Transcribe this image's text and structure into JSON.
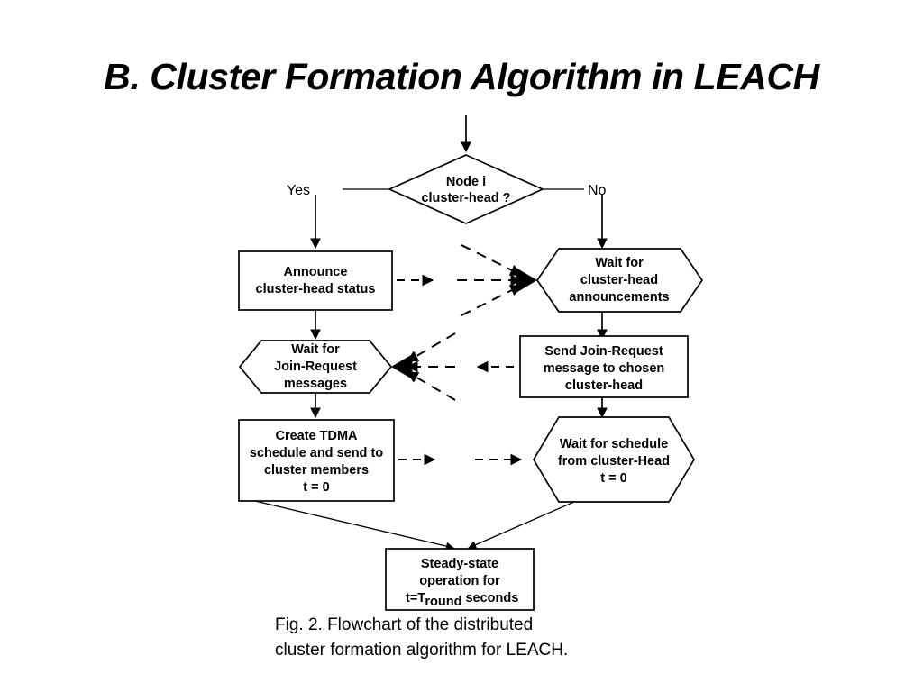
{
  "slide": {
    "title": "B. Cluster Formation Algorithm in LEACH",
    "background_color": "#ffffff",
    "ink_color": "#000000"
  },
  "figure": {
    "caption_line1": "Fig. 2. Flowchart of the distributed",
    "caption_line2": "cluster formation algorithm for LEACH."
  },
  "chart_data": {
    "type": "diagram",
    "diagram_kind": "flowchart",
    "title": "Flowchart of the distributed cluster formation algorithm for LEACH",
    "nodes": [
      {
        "id": "decision",
        "shape": "diamond",
        "lines": [
          "Node i",
          "cluster-head ?"
        ]
      },
      {
        "id": "announce",
        "shape": "rectangle",
        "column": "left",
        "lines": [
          "Announce",
          "cluster-head status"
        ]
      },
      {
        "id": "wait-join",
        "shape": "hexagon",
        "column": "left",
        "lines": [
          "Wait for",
          "Join-Request",
          "messages"
        ]
      },
      {
        "id": "create-tdma",
        "shape": "rectangle",
        "column": "left",
        "lines": [
          "Create TDMA",
          "schedule and send to",
          "cluster members",
          "t = 0"
        ]
      },
      {
        "id": "wait-announce",
        "shape": "hexagon",
        "column": "right",
        "lines": [
          "Wait for",
          "cluster-head",
          "announcements"
        ]
      },
      {
        "id": "send-join",
        "shape": "rectangle",
        "column": "right",
        "lines": [
          "Send Join-Request",
          "message to chosen",
          "cluster-head"
        ]
      },
      {
        "id": "wait-schedule",
        "shape": "hexagon",
        "column": "right",
        "lines": [
          "Wait for schedule",
          "from cluster-Head",
          "t = 0"
        ]
      },
      {
        "id": "steady-state",
        "shape": "rectangle",
        "column": "center",
        "lines": [
          "Steady-state",
          "operation for",
          "t=T",
          "round",
          " seconds"
        ],
        "line3_prefix": "t=T",
        "line3_subscript": "round",
        "line3_suffix": "seconds"
      }
    ],
    "edge_labels": {
      "yes": "Yes",
      "no": "No"
    },
    "edges": [
      {
        "from": "entry",
        "to": "decision",
        "style": "solid"
      },
      {
        "from": "decision",
        "to": "announce",
        "label": "Yes",
        "style": "solid"
      },
      {
        "from": "decision",
        "to": "wait-announce",
        "label": "No",
        "style": "solid"
      },
      {
        "from": "announce",
        "to": "wait-join",
        "style": "solid"
      },
      {
        "from": "announce",
        "to": "wait-announce",
        "style": "dashed-broadcast"
      },
      {
        "from": "wait-announce",
        "to": "send-join",
        "style": "solid"
      },
      {
        "from": "send-join",
        "to": "wait-join",
        "style": "dashed-broadcast"
      },
      {
        "from": "send-join",
        "to": "wait-schedule",
        "style": "solid"
      },
      {
        "from": "wait-join",
        "to": "create-tdma",
        "style": "solid"
      },
      {
        "from": "create-tdma",
        "to": "wait-schedule",
        "style": "dashed"
      },
      {
        "from": "create-tdma",
        "to": "steady-state",
        "style": "solid"
      },
      {
        "from": "wait-schedule",
        "to": "steady-state",
        "style": "solid"
      }
    ]
  }
}
